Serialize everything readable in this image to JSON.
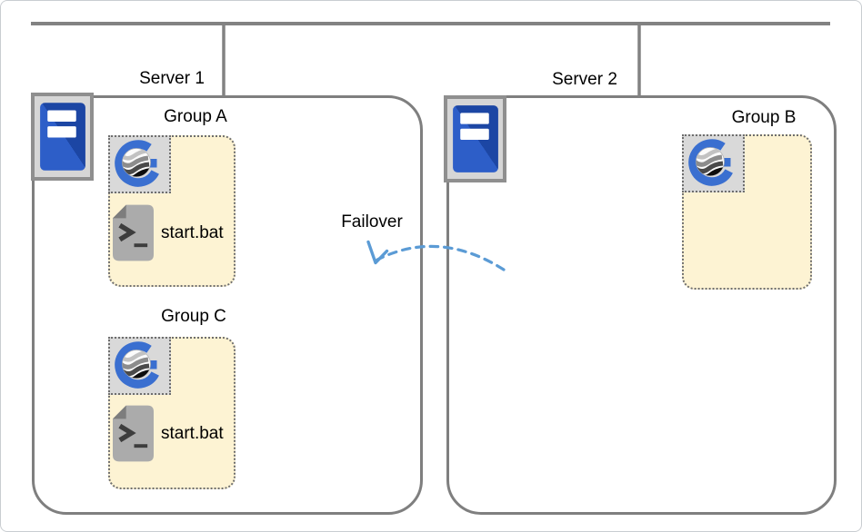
{
  "servers": [
    {
      "name": "Server 1"
    },
    {
      "name": "Server 2"
    }
  ],
  "groups": {
    "a": {
      "label": "Group A",
      "script_label": "start.bat"
    },
    "b": {
      "label": "Group B"
    },
    "c": {
      "label": "Group C",
      "script_label": "start.bat"
    }
  },
  "failover": {
    "label": "Failover"
  },
  "icons": {
    "server": "server-tower-icon",
    "application": "g-logo-application-icon",
    "script": "batch-script-terminal-icon"
  },
  "colors": {
    "box_border": "#7f7f7f",
    "trunk_line": "#828282",
    "group_fill": "#fdf3d3",
    "dotted_border": "#6e6e6e",
    "icon_bg": "#d9d9d9",
    "server_blue": "#2d5ec8",
    "server_blue_dark": "#1c46a4",
    "logo_blue": "#3a6fd0",
    "failover_blue": "#5b9bd5",
    "doc_gray": "#ababab"
  }
}
